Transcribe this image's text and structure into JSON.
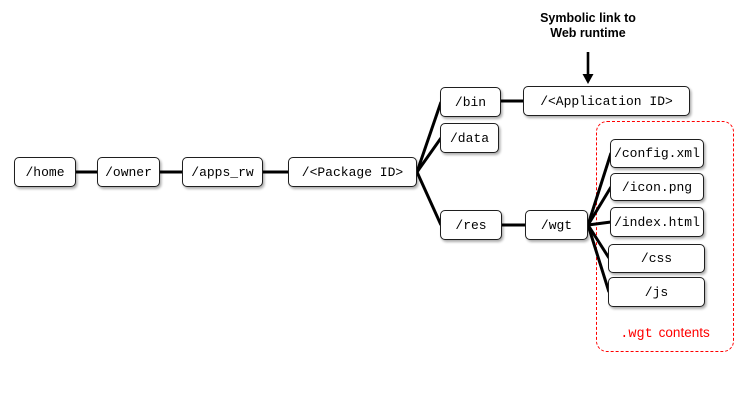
{
  "nodes": {
    "home": "/home",
    "owner": "/owner",
    "apps_rw": "/apps_rw",
    "package_id": "/<Package ID>",
    "bin": "/bin",
    "data": "/data",
    "application_id": "/<Application ID>",
    "res": "/res",
    "wgt": "/wgt",
    "config_xml": "/config.xml",
    "icon_png": "/icon.png",
    "index_html": "/index.html",
    "css": "/css",
    "js": "/js"
  },
  "annotation": {
    "line1": "Symbolic link to",
    "line2": "Web runtime"
  },
  "wgt_group_caption": {
    "mono_part": ".wgt",
    "sans_part": "contents"
  },
  "colors": {
    "accent_red": "#ff0000",
    "line_black": "#000000",
    "node_fill": "#ffffff",
    "node_border": "#1f1f1f"
  }
}
